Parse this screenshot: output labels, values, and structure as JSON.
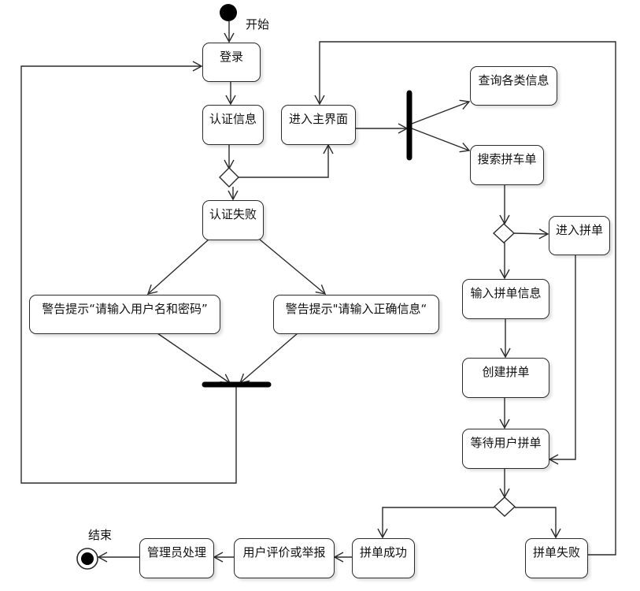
{
  "diagram": {
    "type": "UML activity diagram",
    "start_label": "开始",
    "end_label": "结束",
    "activities": {
      "login": "登录",
      "verify_info": "认证信息",
      "enter_main": "进入主界面",
      "auth_failed": "认证失败",
      "query_info": "查询各类信息",
      "search_carpool": "搜索拼车单",
      "join_carpool": "进入拼单",
      "input_carpool_info": "输入拼单信息",
      "create_carpool": "创建拼单",
      "wait_users": "等待用户拼单",
      "carpool_success": "拼单成功",
      "carpool_failed": "拼单失败",
      "user_review": "用户评价或举报",
      "admin_handle": "管理员处理",
      "warn_username_password": "警告提示“请输入用户名和密码”",
      "warn_correct_info": "警告提示\"请输入正确信息“"
    },
    "colors": {
      "stroke": "#2b2b2b",
      "fill": "#ffffff",
      "bar": "#000000"
    }
  }
}
